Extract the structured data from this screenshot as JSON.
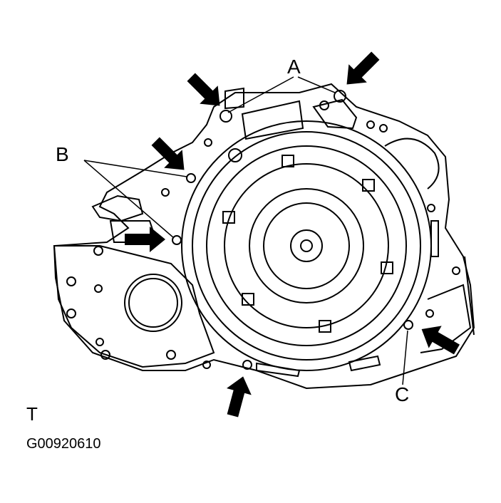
{
  "labels": {
    "a": "A",
    "b": "B",
    "c": "C"
  },
  "view_mark": "T",
  "figure_code": "G00920610",
  "colors": {
    "line": "#000000",
    "background": "#ffffff"
  }
}
